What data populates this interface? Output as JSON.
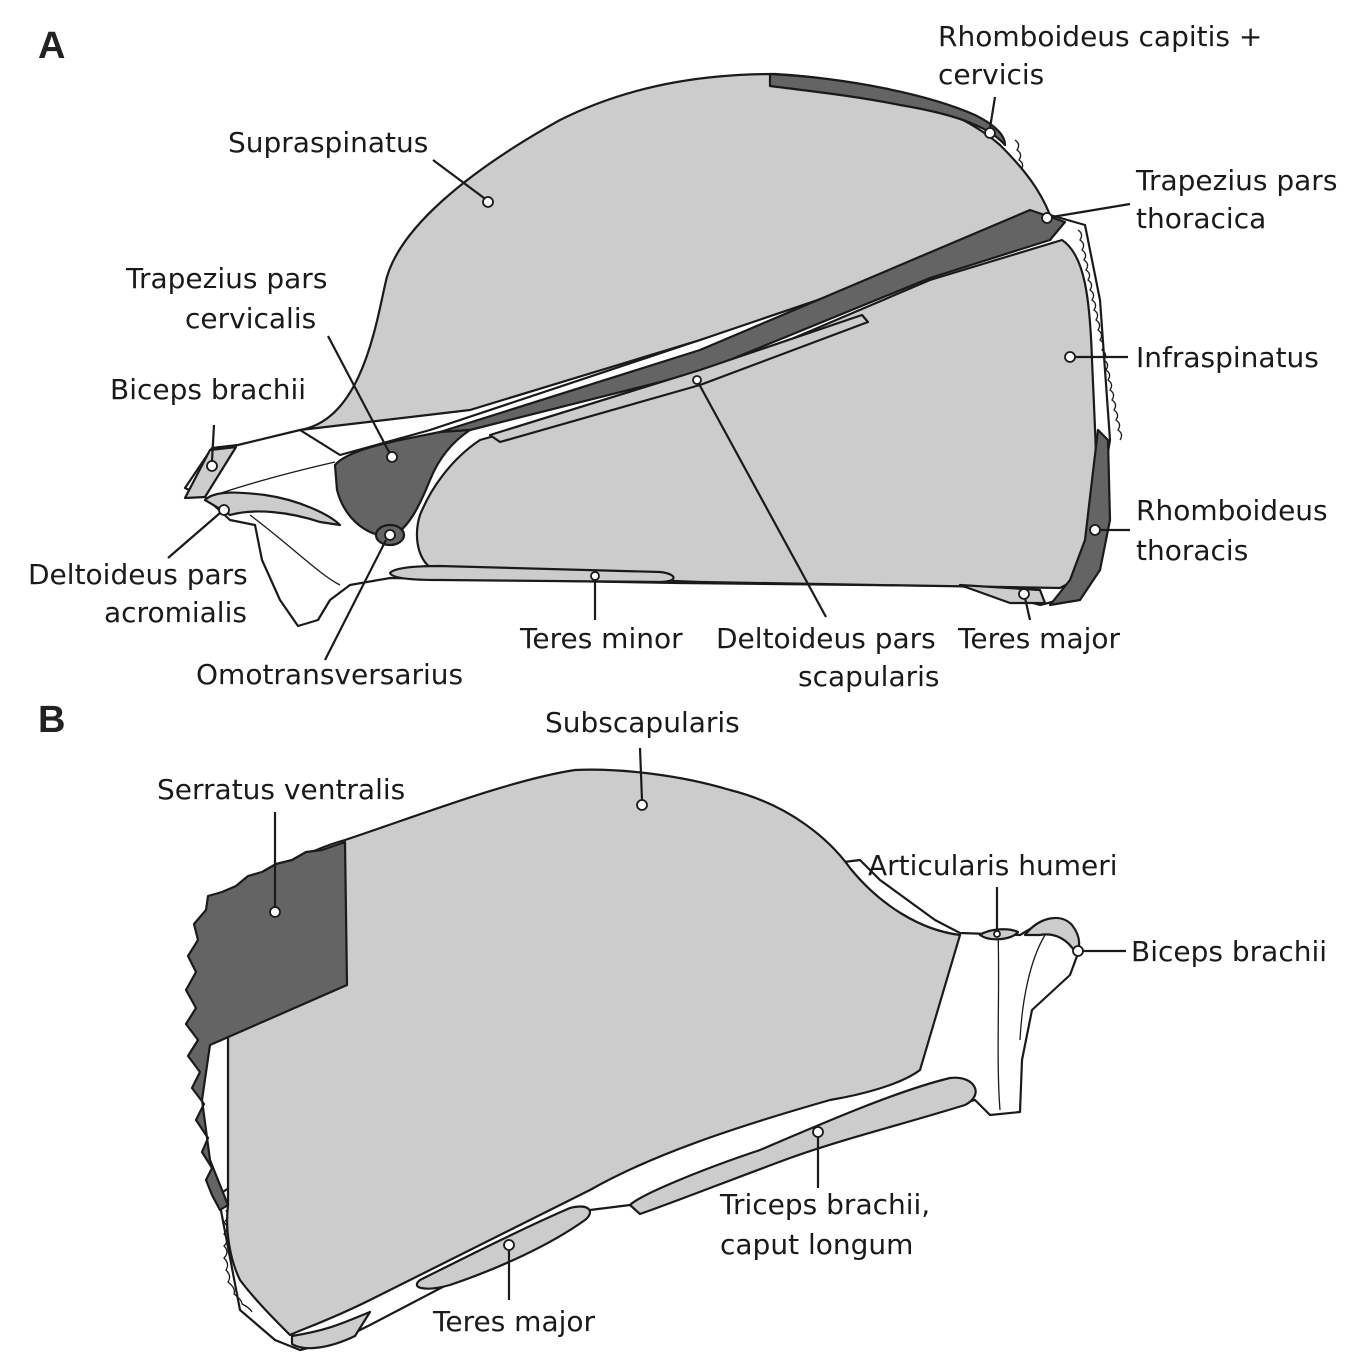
{
  "colors": {
    "light_muscle": "#cccccc",
    "dark_muscle": "#646464",
    "bone": "#ffffff",
    "line": "#1a1a1a"
  },
  "panels": [
    {
      "letter": "A",
      "labels": {
        "rhomboideus_capitis": [
          "Rhomboideus capitis +",
          "cervicis"
        ],
        "supraspinatus": [
          "Supraspinatus"
        ],
        "trapezius_thoracica": [
          "Trapezius pars",
          "thoracica"
        ],
        "trapezius_cervicalis": [
          "Trapezius pars",
          "cervicalis"
        ],
        "infraspinatus": [
          "Infraspinatus"
        ],
        "biceps_brachii": [
          "Biceps brachii"
        ],
        "rhomboideus_thoracis": [
          "Rhomboideus",
          "thoracis"
        ],
        "deltoideus_acromialis": [
          "Deltoideus pars",
          "acromialis"
        ],
        "teres_minor": [
          "Teres minor"
        ],
        "deltoideus_scapularis": [
          "Deltoideus pars",
          "scapularis"
        ],
        "teres_major": [
          "Teres major"
        ],
        "omotransversarius": [
          "Omotransversarius"
        ]
      }
    },
    {
      "letter": "B",
      "labels": {
        "subscapularis": [
          "Subscapularis"
        ],
        "serratus_ventralis": [
          "Serratus ventralis"
        ],
        "articularis_humeri": [
          "Articularis humeri"
        ],
        "biceps_brachii": [
          "Biceps brachii"
        ],
        "triceps_brachii": [
          "Triceps brachii,",
          "caput longum"
        ],
        "teres_major": [
          "Teres major"
        ]
      }
    }
  ]
}
